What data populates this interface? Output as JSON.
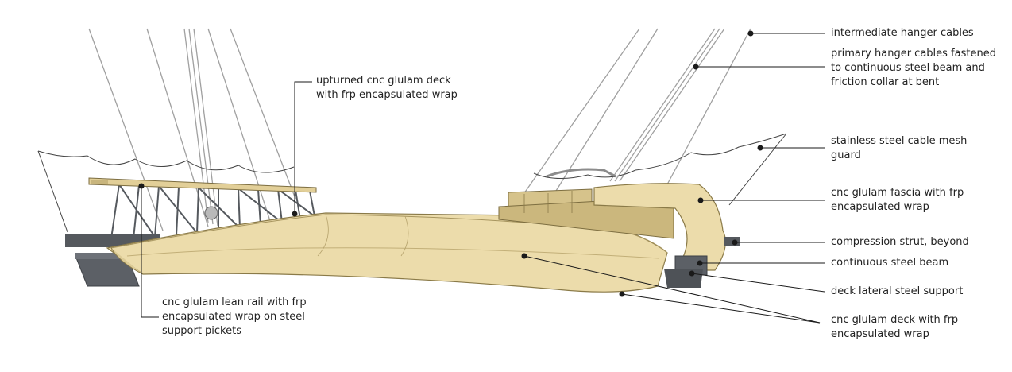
{
  "colors": {
    "glulam": "#e9d7a6",
    "glulam_dark": "#b7a26a",
    "steel": "#555a60",
    "cable": "#9a9a9a",
    "leader": "#1a1a1a"
  },
  "labels": {
    "upturned_deck": [
      "upturned cnc glulam deck",
      "with frp encapsulated wrap"
    ],
    "lean_rail": [
      "cnc glulam lean rail with frp",
      "encapsulated wrap on steel",
      "support pickets"
    ],
    "intermediate_cables": [
      "intermediate hanger cables"
    ],
    "primary_cables": [
      "primary hanger cables fastened",
      "to continuous steel beam and",
      "friction collar at bent"
    ],
    "mesh_guard": [
      "stainless steel cable mesh",
      "guard"
    ],
    "fascia": [
      "cnc glulam fascia with frp",
      "encapsulated wrap"
    ],
    "compression_strut": [
      "compression strut, beyond"
    ],
    "steel_beam": [
      "continuous steel beam"
    ],
    "lateral_support": [
      "deck lateral steel support"
    ],
    "deck": [
      "cnc glulam deck with frp",
      "encapsulated wrap"
    ]
  }
}
